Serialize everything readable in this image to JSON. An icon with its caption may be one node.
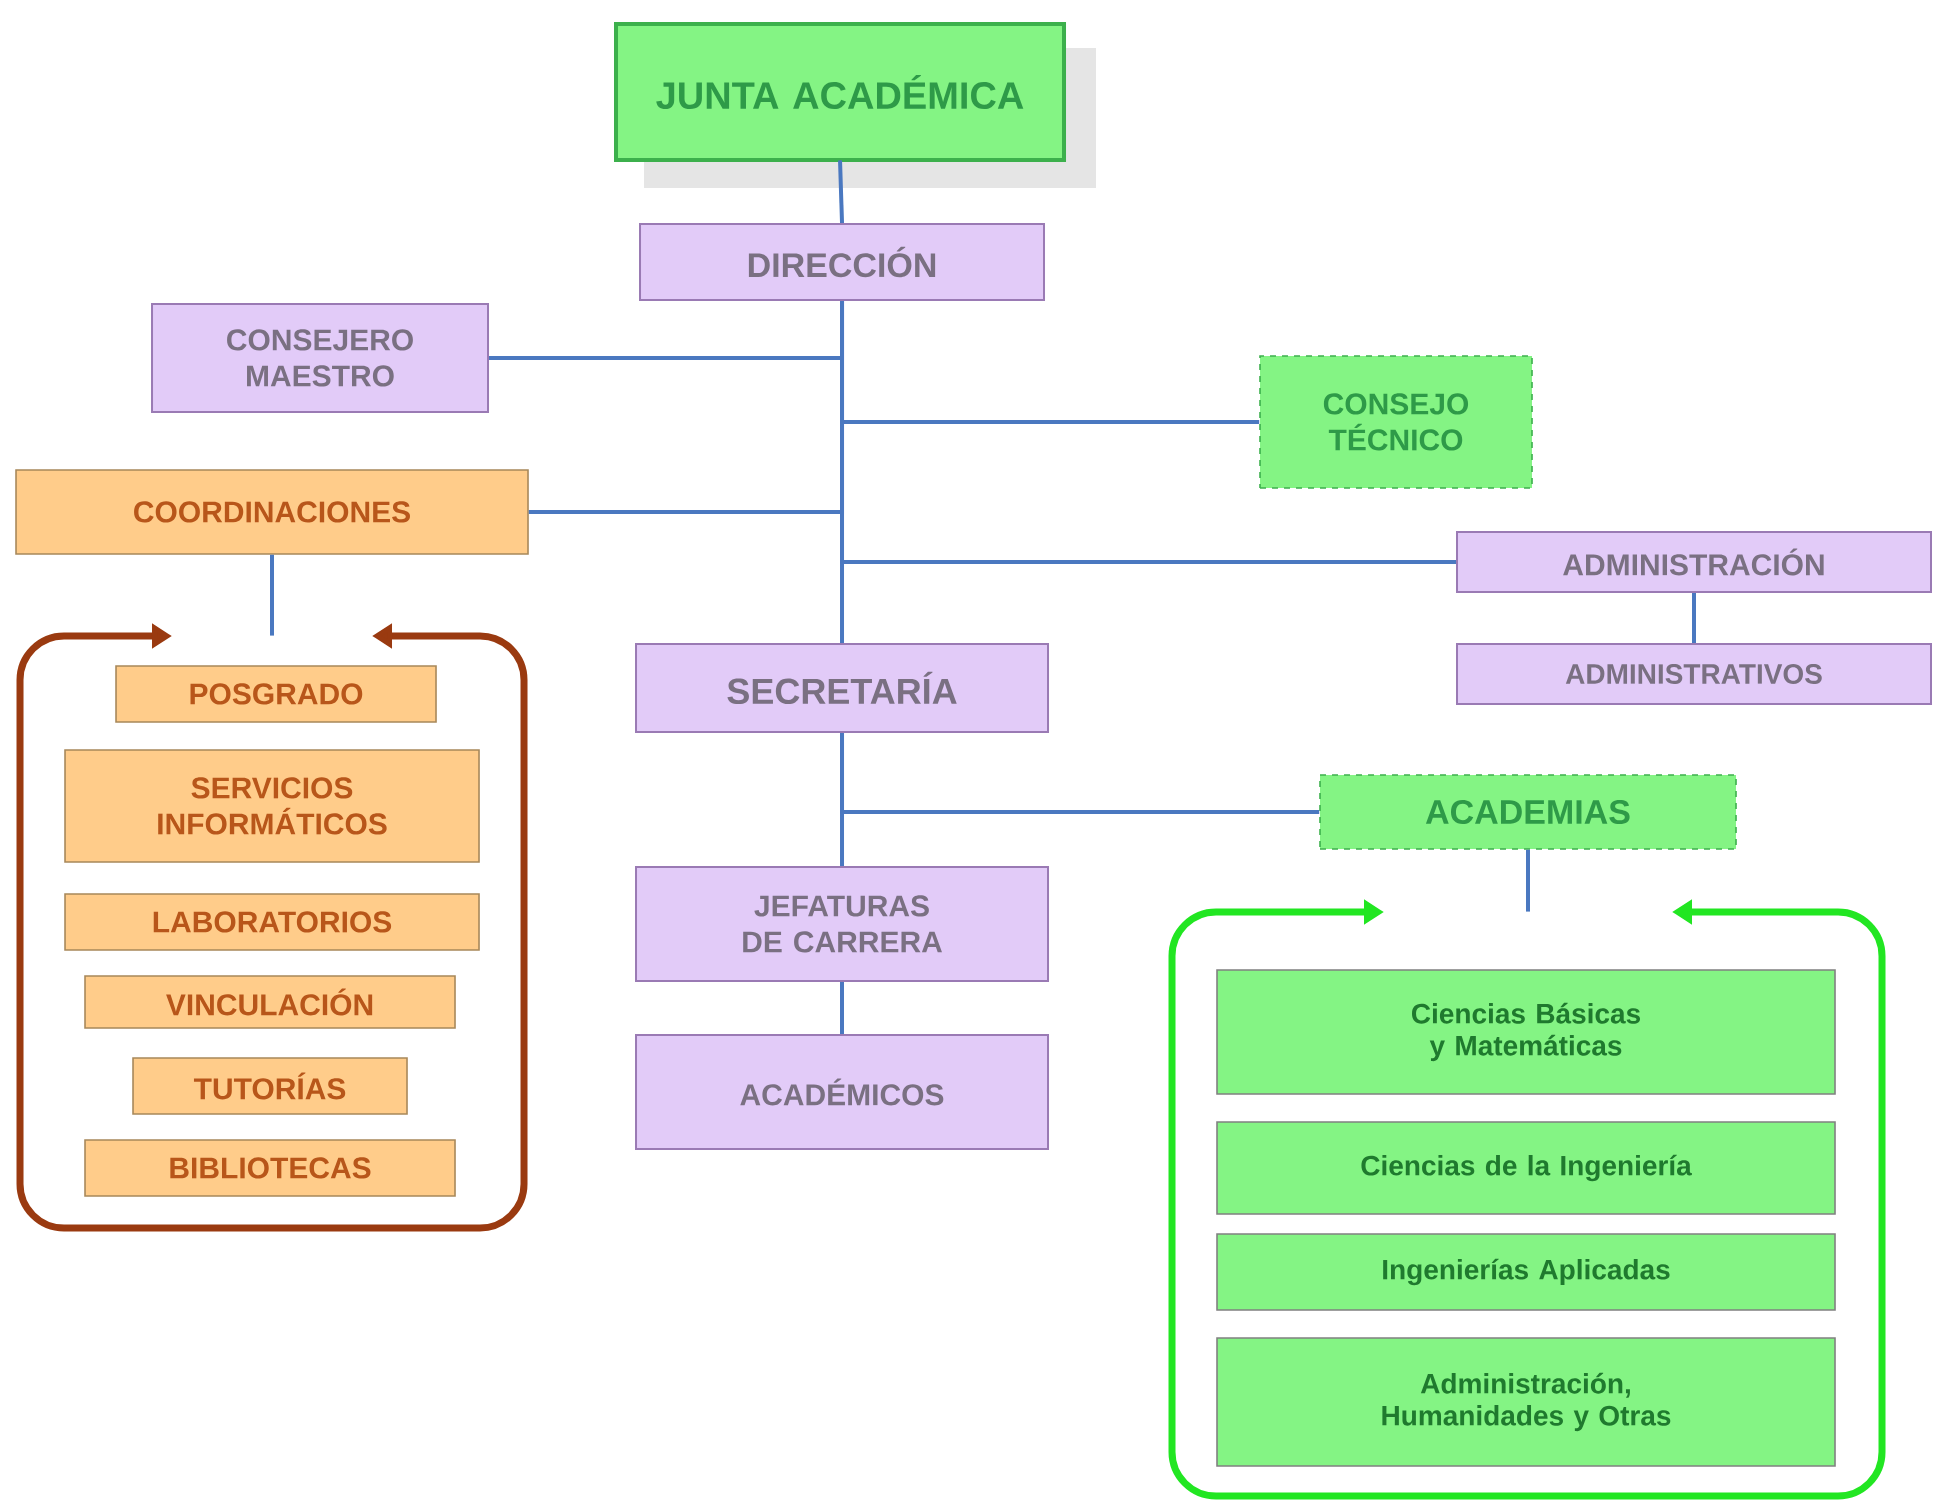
{
  "diagram": {
    "nodes": [
      {
        "text": [
          "JUNTA ACADÉMICA"
        ]
      },
      {
        "text": [
          "DIRECCIÓN"
        ]
      },
      {
        "text": [
          "CONSEJERO MAESTRO"
        ]
      },
      {
        "text": [
          "CONSEJO TÉCNICO"
        ]
      },
      {
        "text": [
          "COORDINACIONES"
        ]
      },
      {
        "text": [
          "ADMINISTRACIÓN"
        ]
      },
      {
        "text": [
          "SECRETARÍA"
        ]
      },
      {
        "text": [
          "ADMINISTRATIVOS"
        ]
      },
      {
        "text": [],
        "shape": "box"
      },
      {
        "text": [
          "POSGRADO"
        ],
        "in": 8
      },
      {
        "text": [
          "SERVICIOS INFORMÁTICOS"
        ],
        "in": 8
      },
      {
        "text": [
          "LABORATORIOS"
        ],
        "in": 8
      },
      {
        "text": [
          "VINCULACIÓN"
        ],
        "in": 8
      },
      {
        "text": [
          "TUTORÍAS"
        ],
        "in": 8
      },
      {
        "text": [
          "BIBLIOTECAS"
        ],
        "in": 8
      },
      {
        "text": [
          "ACADEMIAS"
        ]
      },
      {
        "text": [
          "JEFATURAS DE CARRERA"
        ]
      },
      {
        "text": [
          "ACADÉMICOS"
        ]
      },
      {
        "text": [],
        "shape": "box"
      },
      {
        "text": [
          "Ciencias Básicas y Matemáticas"
        ],
        "in": 18
      },
      {
        "text": [
          "Ciencias de la Ingeniería"
        ],
        "in": 18
      },
      {
        "text": [
          "Ingenierías Aplicadas"
        ],
        "in": 18
      },
      {
        "text": [
          "Administración, Humanidades y Otras"
        ],
        "in": 18
      }
    ],
    "edges": [
      {
        "from": 0,
        "to": 1,
        "arrow": "none"
      },
      {
        "from": 1,
        "to": 2,
        "arrow": "none"
      },
      {
        "from": 1,
        "to": 3,
        "arrow": "none"
      },
      {
        "from": 1,
        "to": 4,
        "arrow": "none"
      },
      {
        "from": 1,
        "to": 5,
        "arrow": "none"
      },
      {
        "from": 1,
        "to": 6,
        "arrow": "none"
      },
      {
        "from": 5,
        "to": 7,
        "arrow": "none"
      },
      {
        "from": 4,
        "to": 8,
        "arrow": "none"
      },
      {
        "from": 6,
        "to": 15,
        "arrow": "none"
      },
      {
        "from": 6,
        "to": 16,
        "arrow": "none"
      },
      {
        "from": 16,
        "to": 17,
        "arrow": "none"
      },
      {
        "from": 15,
        "to": 18,
        "arrow": "none"
      }
    ]
  }
}
